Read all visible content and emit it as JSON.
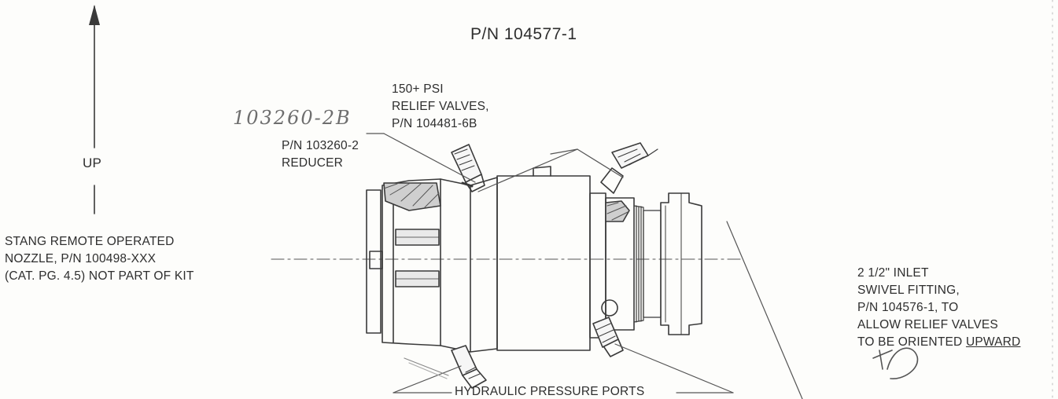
{
  "title": "P/N 104577-1",
  "direction_label": "UP",
  "handwritten_note": "103260-2B",
  "relief_valves": {
    "line1": "150+ PSI",
    "line2": "RELIEF VALVES,",
    "line3": "P/N 104481-6B"
  },
  "reducer": {
    "line1": "P/N 103260-2",
    "line2": "REDUCER"
  },
  "nozzle": {
    "line1": "STANG REMOTE OPERATED",
    "line2": "NOZZLE, P/N 100498-XXX",
    "line3": "(CAT. PG. 4.5) NOT PART OF KIT"
  },
  "inlet": {
    "line1": "2 1/2\" INLET",
    "line2": "SWIVEL FITTING,",
    "line3": "P/N 104576-1, TO",
    "line4": "ALLOW RELIEF VALVES",
    "line5_prefix": "TO BE ORIENTED ",
    "line5_emphasis": "UPWARD"
  },
  "ports_label": "HYDRAULIC PRESSURE PORTS"
}
